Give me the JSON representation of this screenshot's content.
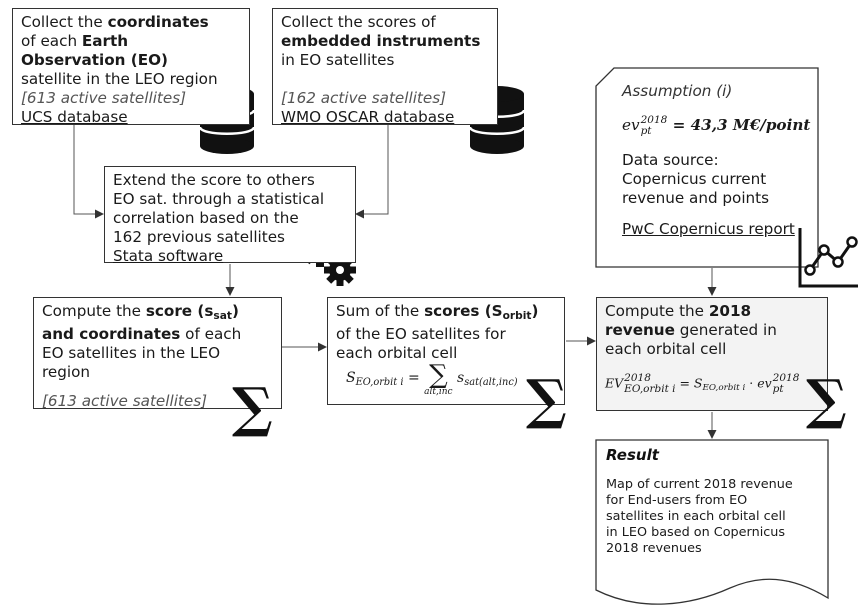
{
  "box1": {
    "line1_a": "Collect the ",
    "line1_b": "coordinates",
    "line2_a": "of each ",
    "line2_b": "Earth",
    "line3": "Observation (EO)",
    "line4": "satellite in the LEO region",
    "note": "[613 active satellites]",
    "source": "UCS database"
  },
  "box2": {
    "line1": "Collect the scores of",
    "line2": "embedded instruments",
    "line3": "in EO satellites",
    "note": "[162 active satellites]",
    "source": "WMO OSCAR database"
  },
  "box3": {
    "line1": "Extend the score to others",
    "line2": "EO sat. through a statistical",
    "line3": "correlation based on the",
    "line4": "162 previous satellites",
    "source": "Stata software"
  },
  "assumption": {
    "title": "Assumption (i)",
    "formula_var": "ev",
    "formula_sup": "2018",
    "formula_sub": "pt",
    "formula_rhs": " = 43,3 M€/point",
    "line1": "Data source:",
    "line2": "Copernicus current",
    "line3": "revenue and points",
    "source": "PwC Copernicus report"
  },
  "box4": {
    "line1_a": "Compute the ",
    "line1_b": "score (s",
    "line1_sub": "sat",
    "line1_c": ")",
    "line2": "and coordinates",
    "line2_b": " of each",
    "line3": "EO satellites in the LEO",
    "line4": "region",
    "note": "[613 active satellites]"
  },
  "box5": {
    "line1_a": "Sum of the ",
    "line1_b": "scores (S",
    "line1_sub": "orbit",
    "line1_c": ")",
    "line2": "of the EO satellites for",
    "line3": "each orbital cell",
    "f_lhs": "S",
    "f_lhs_sub": "EO,orbit i",
    "f_eq": " = ",
    "f_sum": "∑",
    "f_sum_under": "alt,inc",
    "f_rhs": "s",
    "f_rhs_sub": "sat(alt,inc)"
  },
  "box6": {
    "line1_a": "Compute the ",
    "line1_b": "2018",
    "line2_b": "revenue",
    "line2_a": " generated in",
    "line3": "each orbital cell",
    "f_lhs": "EV",
    "f_lhs_sup": "2018",
    "f_lhs_sub": "EO,orbit i",
    "f_eq": " = ",
    "f_s": "S",
    "f_s_sub": "EO,orbit i",
    "f_dot": " · ",
    "f_ev": "ev",
    "f_ev_sup": "2018",
    "f_ev_sub": "pt"
  },
  "result": {
    "title": "Result",
    "line1": "Map of current 2018 revenue",
    "line2": "for End-users from EO",
    "line3": "satellites in each orbital cell",
    "line4": "in LEO based on Copernicus",
    "line5": "2018 revenues"
  },
  "icons": {
    "database": "database-icon",
    "gears": "gears-icon",
    "sigma": "sigma-icon",
    "chart": "line-chart-icon"
  }
}
